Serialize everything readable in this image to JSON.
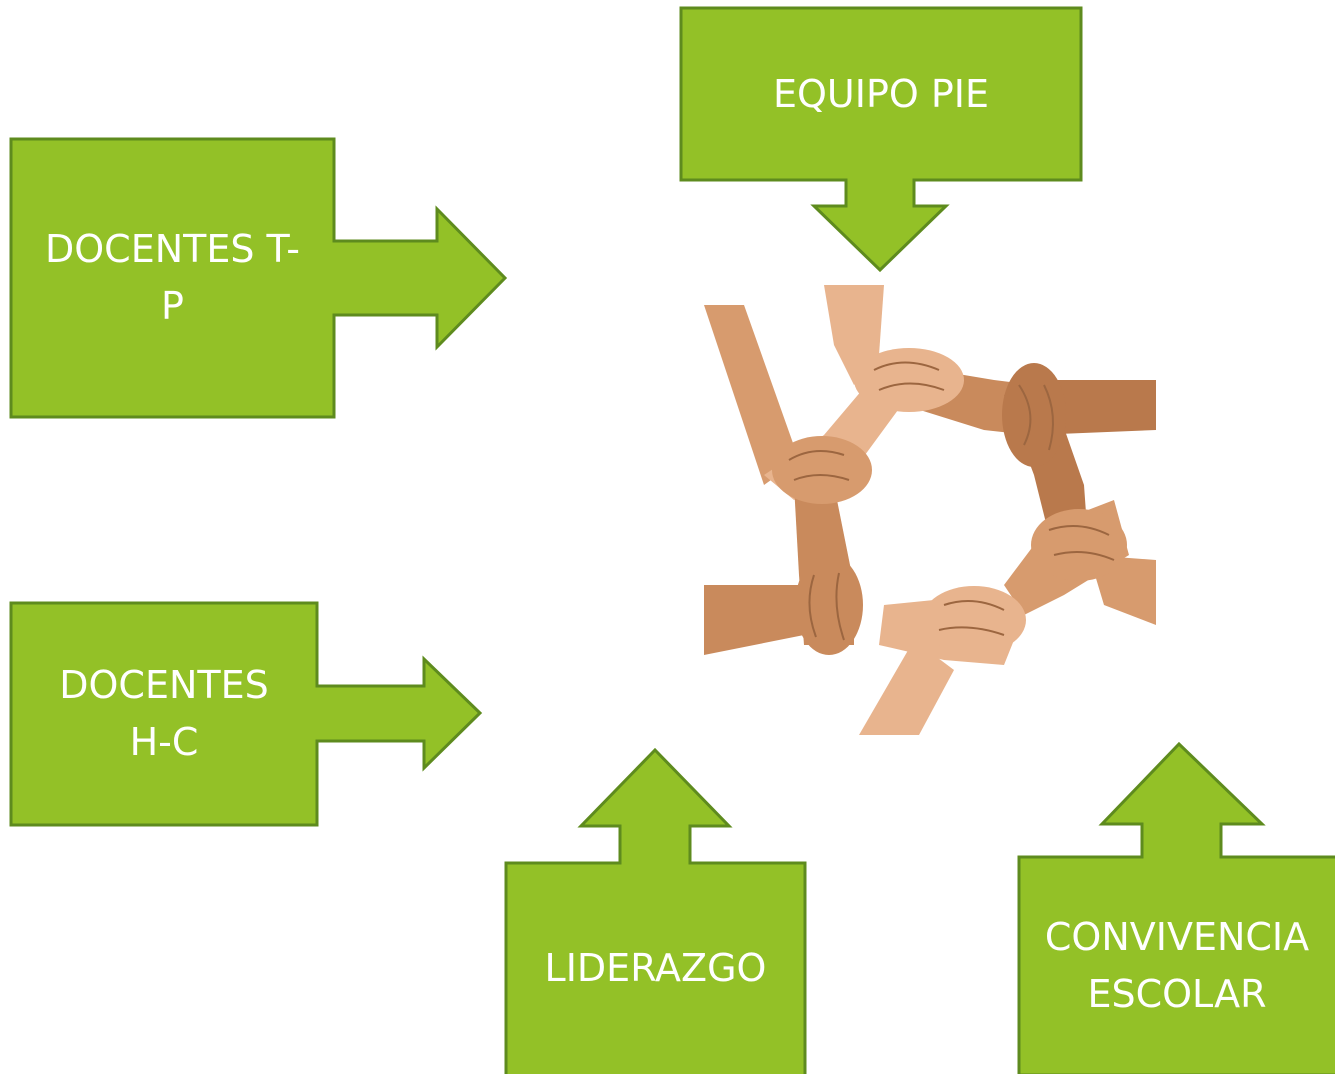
{
  "diagram": {
    "colors": {
      "box_fill": "#93C127",
      "box_border": "#5E8B1E",
      "text": "#FFFFFF"
    },
    "callouts": {
      "equipo_pie": {
        "label": "EQUIPO PIE",
        "arrow_direction": "down"
      },
      "docentes_tp": {
        "label": "DOCENTES T-\nP",
        "arrow_direction": "right"
      },
      "docentes_hc": {
        "label": "DOCENTES\nH-C",
        "arrow_direction": "right"
      },
      "liderazgo": {
        "label": "LIDERAZGO",
        "arrow_direction": "up"
      },
      "convivencia": {
        "label": "CONVIVENCIA\nESCOLAR",
        "arrow_direction": "up"
      }
    },
    "center_image": {
      "icon": "joined-hands-circle-photo"
    }
  }
}
